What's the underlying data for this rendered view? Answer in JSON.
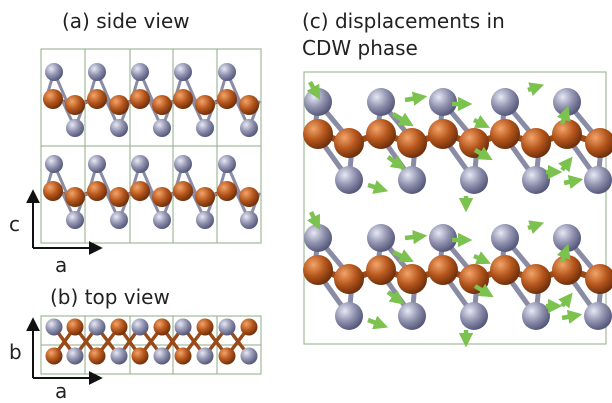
{
  "panels": {
    "a": {
      "title": "(a) side view"
    },
    "b": {
      "title": "(b) top view"
    },
    "c": {
      "title_line1": "(c) displacements in",
      "title_line2": "CDW phase"
    }
  },
  "axes": {
    "side_vertical": "c",
    "side_horizontal": "a",
    "top_vertical": "b",
    "top_horizontal": "a"
  },
  "colors": {
    "metal_atom": "#b5561c",
    "chalcogen_atom": "#8e90ad",
    "displacement_arrow": "#7cc24f",
    "cell_frame": "#8fae84",
    "axis": "#111111"
  }
}
